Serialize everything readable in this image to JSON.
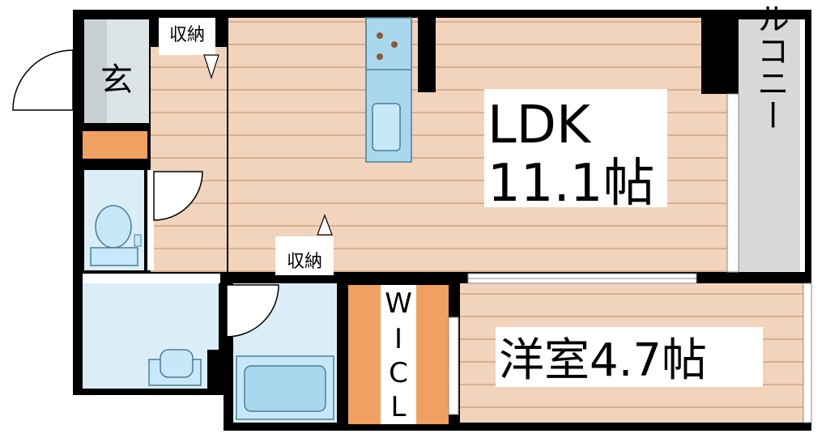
{
  "rooms": {
    "genkan": "玄",
    "storage_top": "収納",
    "storage_mid": "収納",
    "ldk_name": "LDK",
    "ldk_size": "11.1帖",
    "balcony": "バルコニー",
    "wcl": [
      "W",
      "I",
      "C",
      "L"
    ],
    "western_room": "洋室4.7帖"
  },
  "colors": {
    "wall": "#000000",
    "floor_wood": "#f2d4bc",
    "floor_line": "#d4a88a",
    "wet_area": "#dbeef8",
    "fixture": "#a9d8ee",
    "fixture_stroke": "#4a7e9a",
    "accent_orange": "#f0a060",
    "balcony": "#d8d8d8"
  }
}
